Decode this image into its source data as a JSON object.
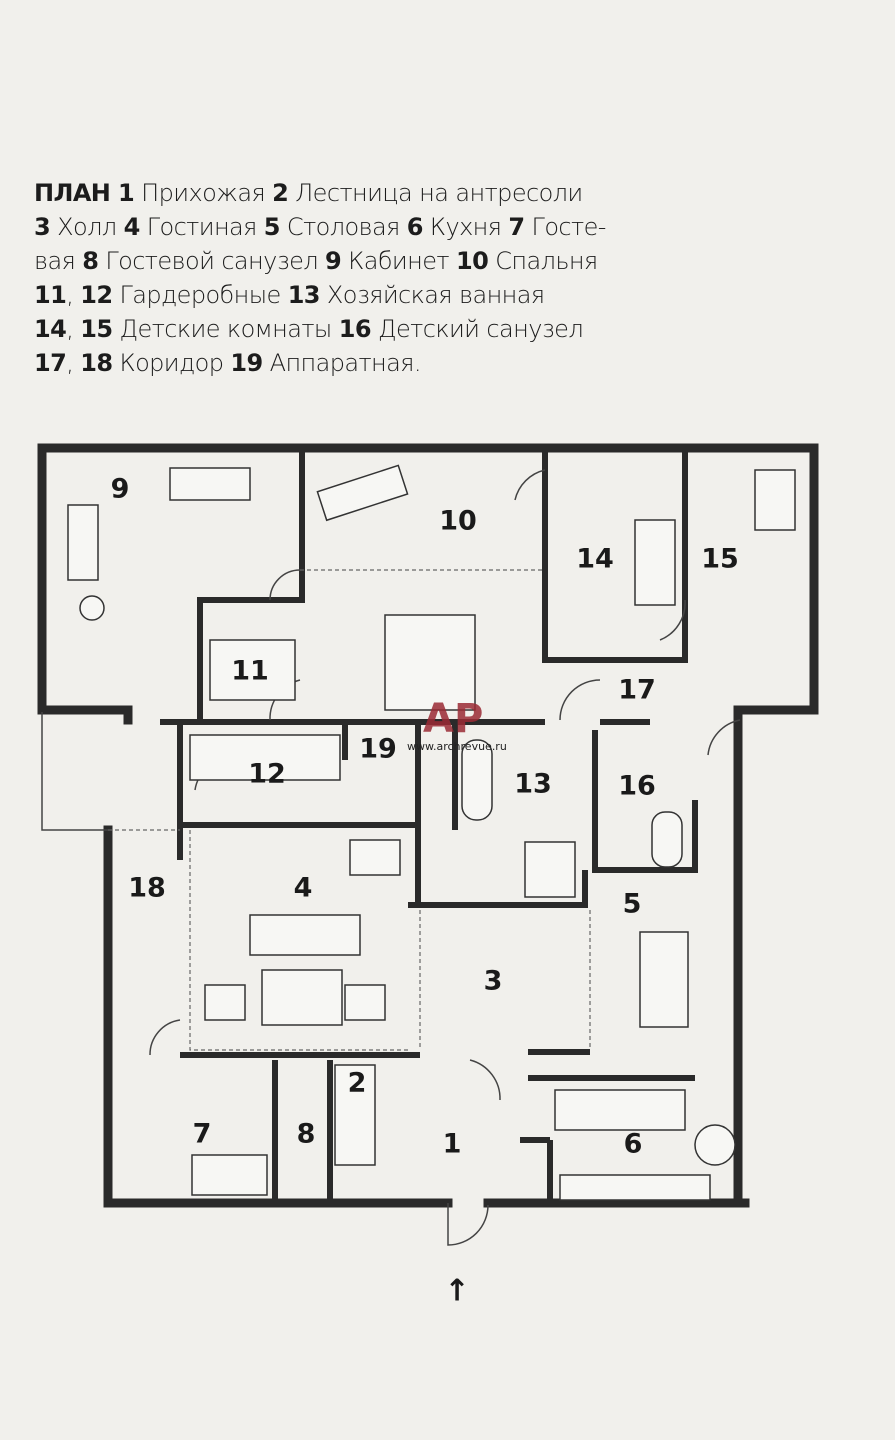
{
  "caption": {
    "lines": [
      [
        {
          "b": "ПЛАН 1"
        },
        {
          "t": " Прихожая "
        },
        {
          "b": "2"
        },
        {
          "t": " Лестница на антресоли"
        }
      ],
      [
        {
          "b": "3"
        },
        {
          "t": " Холл "
        },
        {
          "b": "4"
        },
        {
          "t": " Гостиная "
        },
        {
          "b": "5"
        },
        {
          "t": " Столовая "
        },
        {
          "b": "6"
        },
        {
          "t": " Кухня "
        },
        {
          "b": "7"
        },
        {
          "t": " Госте-"
        }
      ],
      [
        {
          "t": "вая "
        },
        {
          "b": "8"
        },
        {
          "t": " Гостевой санузел "
        },
        {
          "b": "9"
        },
        {
          "t": " Кабинет "
        },
        {
          "b": "10"
        },
        {
          "t": " Спальня"
        }
      ],
      [
        {
          "b": "11"
        },
        {
          "t": ", "
        },
        {
          "b": "12"
        },
        {
          "t": " Гардеробные "
        },
        {
          "b": "13"
        },
        {
          "t": " Хозяйская ванная"
        }
      ],
      [
        {
          "b": "14"
        },
        {
          "t": ", "
        },
        {
          "b": "15"
        },
        {
          "t": " Детские комнаты "
        },
        {
          "b": "16"
        },
        {
          "t": " Детский санузел"
        }
      ],
      [
        {
          "b": "17"
        },
        {
          "t": ", "
        },
        {
          "b": "18"
        },
        {
          "t": " Коридор "
        },
        {
          "b": "19"
        },
        {
          "t": " Аппаратная."
        }
      ]
    ]
  },
  "rooms": {
    "r1": "1",
    "r2": "2",
    "r3": "3",
    "r4": "4",
    "r5": "5",
    "r6": "6",
    "r7": "7",
    "r8": "8",
    "r9": "9",
    "r10": "10",
    "r11": "11",
    "r12": "12",
    "r13": "13",
    "r14": "14",
    "r15": "15",
    "r16": "16",
    "r17": "17",
    "r18": "18",
    "r19": "19"
  },
  "entrance_arrow": "↑",
  "watermark": {
    "logo": "АР",
    "url": "www.archrevue.ru"
  }
}
